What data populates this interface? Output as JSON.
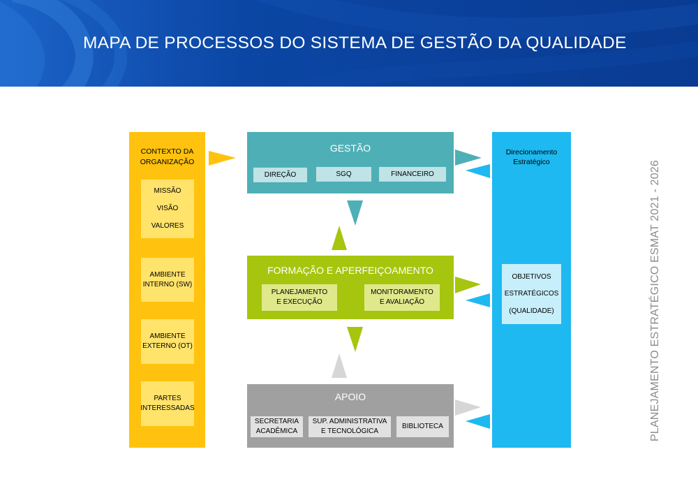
{
  "header": {
    "title": "MAPA DE PROCESSOS DO SISTEMA DE GESTÃO DA QUALIDADE"
  },
  "left_column": {
    "title_lines": [
      "CONTEXTO DA",
      "ORGANIZAÇÃO"
    ],
    "mvv": [
      "MISSÃO",
      "VISÃO",
      "VALORES"
    ],
    "ambiente_interno": [
      "AMBIENTE",
      "INTERNO (SW)"
    ],
    "ambiente_externo": [
      "AMBIENTE",
      "EXTERNO (OT)"
    ],
    "partes": [
      "PARTES",
      "INTERESSADAS"
    ]
  },
  "gestao": {
    "title": "GESTÃO",
    "items": [
      "DIREÇÃO",
      "SGQ",
      "FINANCEIRO"
    ]
  },
  "formacao": {
    "title": "FORMAÇÃO E APERFEIÇOAMENTO",
    "planejamento": [
      "PLANEJAMENTO",
      "E EXECUÇÃO"
    ],
    "monitoramento": [
      "MONITORAMENTO",
      "E AVALIAÇÃO"
    ]
  },
  "apoio": {
    "title": "APOIO",
    "secretaria": [
      "SECRETARIA",
      "ACADÊMICA"
    ],
    "suporte": [
      "SUP. ADMINISTRATIVA",
      "E TECNOLÓGICA"
    ],
    "biblioteca": "BIBLIOTECA"
  },
  "right_column": {
    "title_lines": [
      "Direcionamento",
      "Estratégico"
    ],
    "objetivos": [
      "OBJETIVOS",
      "ESTRATÉGICOS",
      "(QUALIDADE)"
    ]
  },
  "side_text": "PLANEJAMENTO ESTRATÉGICO ESMAT 2021 - 2026",
  "colors": {
    "header_blue": "#0a3f99",
    "context_yellow": "#ffc20e",
    "gestao_teal": "#4fafb6",
    "formacao_green": "#a6c50e",
    "apoio_gray": "#a0a0a0",
    "direction_blue": "#1eb9f0"
  }
}
